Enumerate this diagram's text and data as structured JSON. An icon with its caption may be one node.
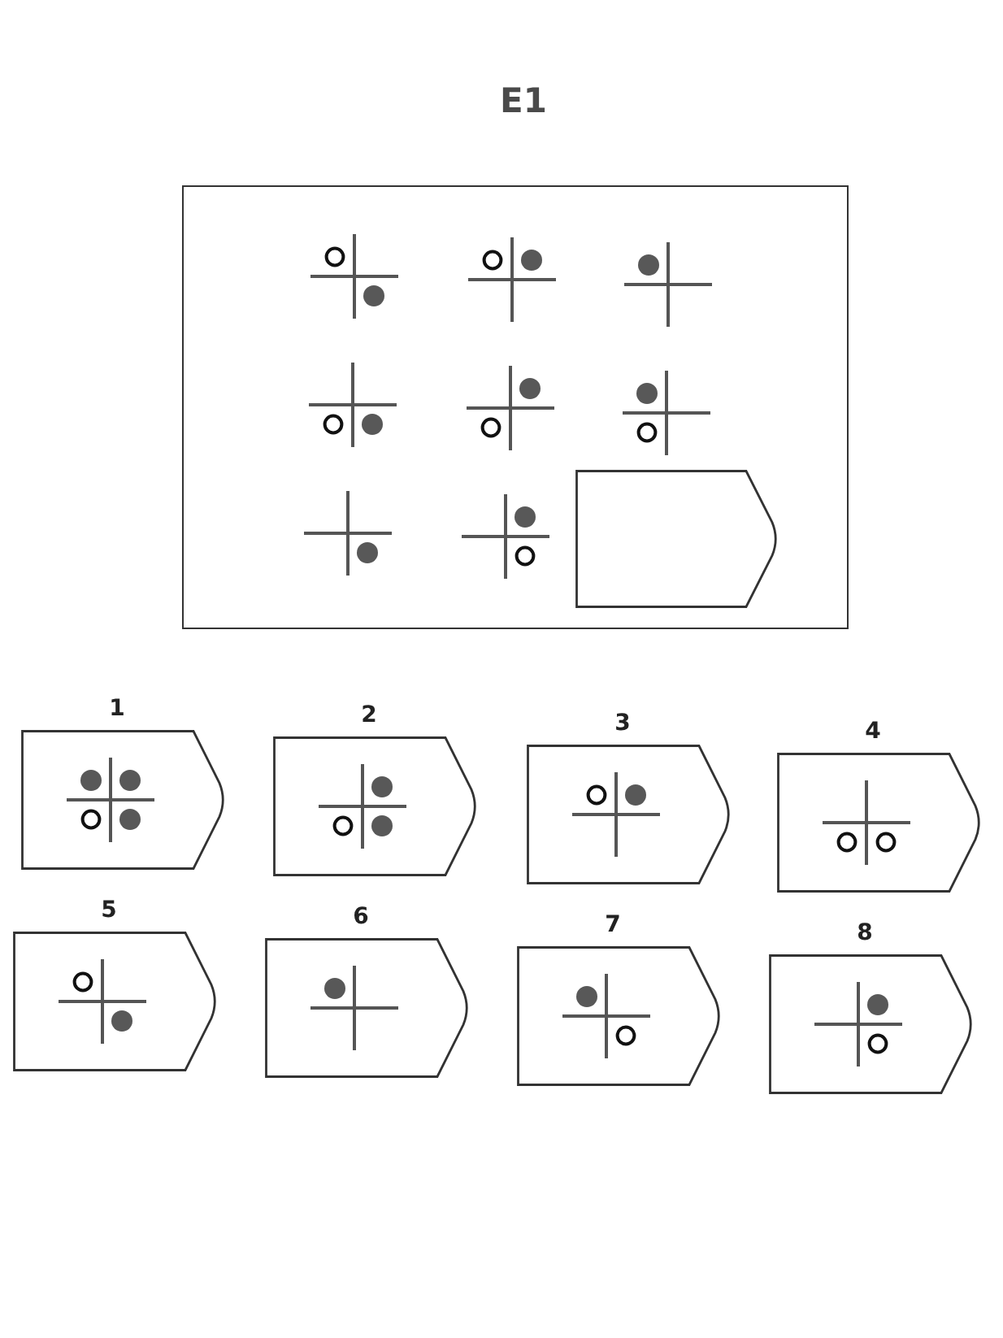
{
  "diagram": {
    "title": "E1",
    "nodes": [
      {
        "text": [],
        "shape": "box"
      },
      {
        "text": [],
        "shape": "tag",
        "in": 0
      },
      {
        "text": [
          "1"
        ]
      },
      {
        "text": [
          "2"
        ]
      },
      {
        "text": [
          "3"
        ]
      },
      {
        "text": [
          "4"
        ]
      },
      {
        "text": [
          "5"
        ]
      },
      {
        "text": [
          "6"
        ]
      },
      {
        "text": [
          "7"
        ]
      },
      {
        "text": [
          "8"
        ]
      }
    ]
  }
}
